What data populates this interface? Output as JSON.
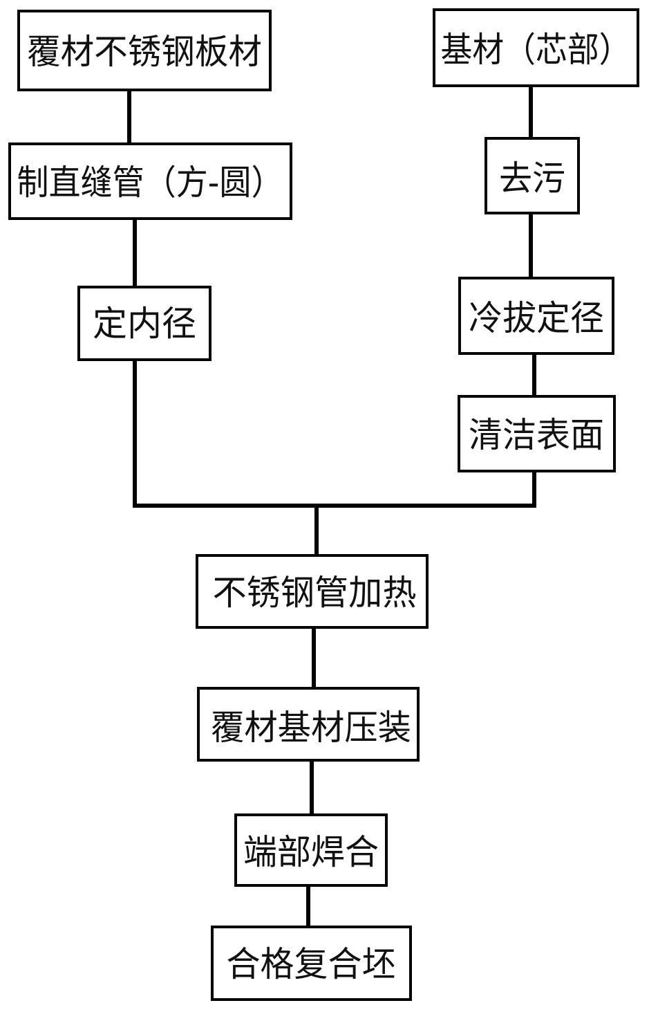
{
  "diagram": {
    "nodes": {
      "clad_plate": "覆材不锈钢板材",
      "substrate": "基材（芯部）",
      "weld_tube": "制直缝管（方-圆）",
      "degrease": "去污",
      "inner_diameter": "定内径",
      "cold_draw": "冷拔定径",
      "clean_surface": "清洁表面",
      "heat_tube": "不锈钢管加热",
      "press_fit": "覆材基材压装",
      "end_weld": "端部焊合",
      "final_billet": "合格复合坯"
    },
    "edges": [
      [
        "clad_plate",
        "weld_tube"
      ],
      [
        "weld_tube",
        "inner_diameter"
      ],
      [
        "inner_diameter",
        "heat_tube"
      ],
      [
        "substrate",
        "degrease"
      ],
      [
        "degrease",
        "cold_draw"
      ],
      [
        "cold_draw",
        "clean_surface"
      ],
      [
        "clean_surface",
        "heat_tube"
      ],
      [
        "heat_tube",
        "press_fit"
      ],
      [
        "press_fit",
        "end_weld"
      ],
      [
        "end_weld",
        "final_billet"
      ]
    ]
  }
}
